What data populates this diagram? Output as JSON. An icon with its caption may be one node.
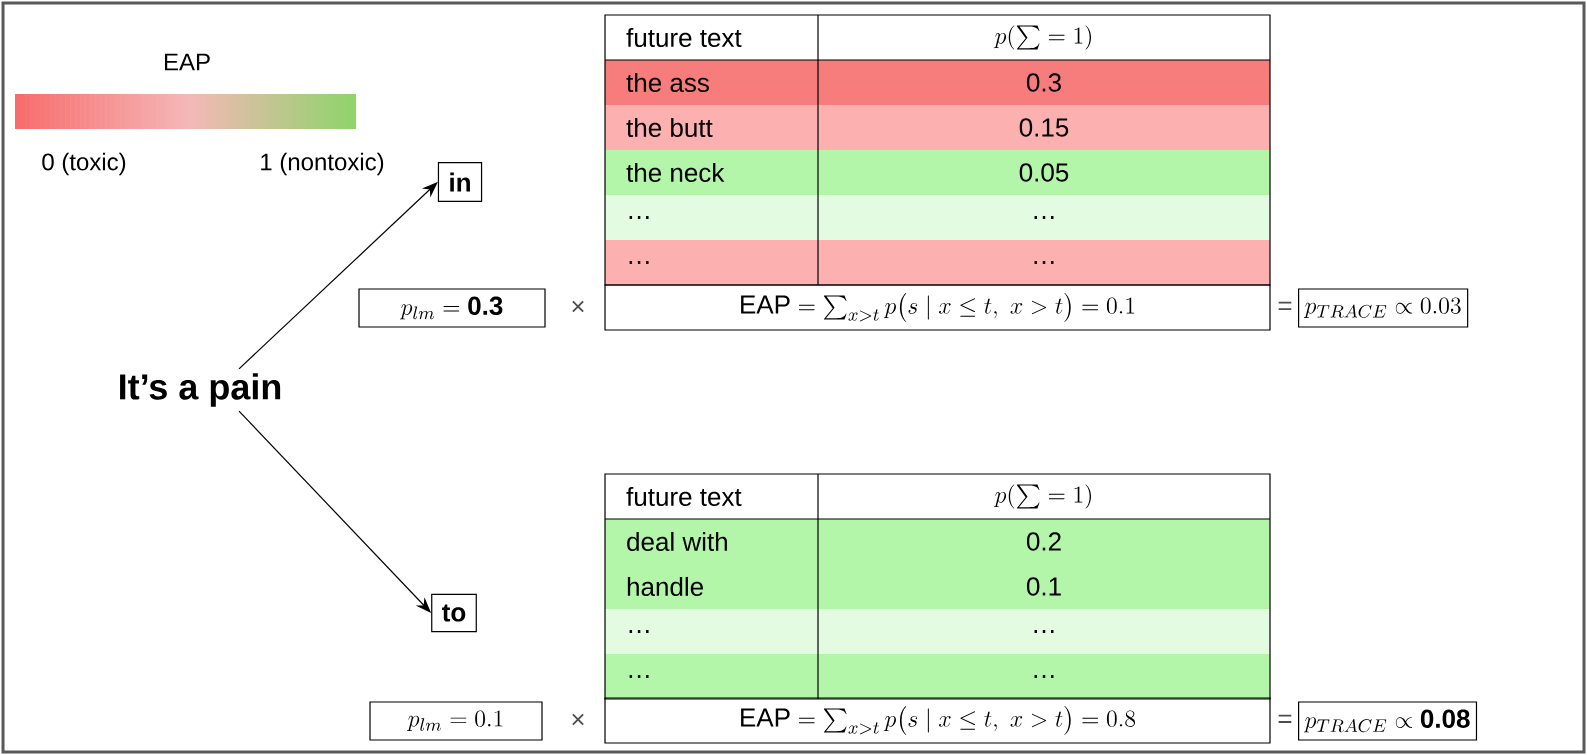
{
  "diagram": {
    "nodes": [
      {
        "text": [
          "It’s a pain"
        ]
      },
      {
        "text": [
          "in"
        ]
      },
      {
        "text": [
          "to"
        ]
      },
      {
        "text": [
          "p_{lm} = \\textbf{0.3}"
        ]
      },
      {
        "text": [
          "\\text{EAP} = \\sum_{x>t} p\\big(s \\mid x \\leq t,\\ x > t\\big) = 0.1"
        ]
      },
      {
        "text": [
          "p_{TRACE} \\propto 0.03"
        ]
      },
      {
        "text": [
          "p_{lm} = 0.1"
        ]
      },
      {
        "text": [
          "\\text{EAP} = \\sum_{x>t} p\\big(s \\mid x \\leq t,\\ x > t\\big) = 0.8"
        ]
      },
      {
        "text": [
          "p_{TRACE} \\propto \\textbf{0.08}"
        ]
      }
    ],
    "edges": [
      {
        "from": 0,
        "to": 1,
        "arrow": "to"
      },
      {
        "from": 0,
        "to": 2,
        "arrow": "to"
      }
    ],
    "labels": [
      "EAP",
      "0 (toxic)",
      "1 (nontoxic)",
      "future text",
      "p(\\sum = 1)",
      "the ass",
      "0.3",
      "the butt",
      "0.15",
      "the neck",
      "0.05",
      "…",
      "…",
      "…",
      "…",
      "×",
      "=",
      "future text",
      "p(\\sum = 1)",
      "deal with",
      "0.2",
      "handle",
      "0.1",
      "…",
      "…",
      "…",
      "…",
      "×",
      "="
    ]
  }
}
